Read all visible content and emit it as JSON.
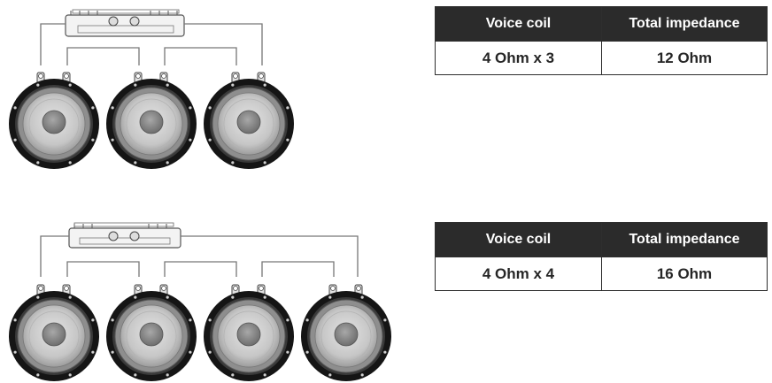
{
  "configurations": [
    {
      "speaker_count": 3,
      "table": {
        "headers": [
          "Voice coil",
          "Total impedance"
        ],
        "values": [
          "4 Ohm x 3",
          "12 Ohm"
        ]
      }
    },
    {
      "speaker_count": 4,
      "table": {
        "headers": [
          "Voice coil",
          "Total impedance"
        ],
        "values": [
          "4 Ohm x 4",
          "16 Ohm"
        ]
      }
    }
  ],
  "colors": {
    "header_bg": "#2b2b2b",
    "header_text": "#ffffff",
    "cell_text": "#262626",
    "wire": "#777777",
    "speaker_rim": "#151515",
    "speaker_cone": "#cfcfcf"
  }
}
